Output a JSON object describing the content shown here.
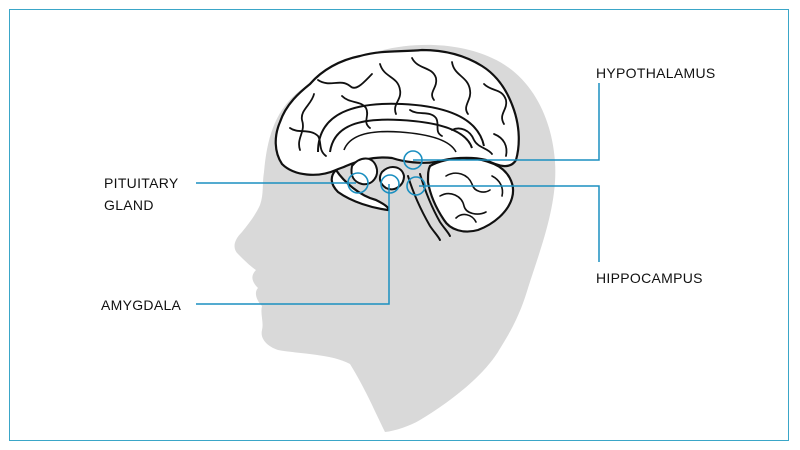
{
  "diagram": {
    "colors": {
      "frame": "#3aa6c8",
      "head": "#d9d9d9",
      "brain_fill": "#ffffff",
      "brain_outline": "#111111",
      "leader_lines": "#1b8fc0"
    },
    "labels": {
      "hypothalamus": "HYPOTHALAMUS",
      "pituitary_line1": "PITUITARY",
      "pituitary_line2": "GLAND",
      "hippocampus": "HIPPOCAMPUS",
      "amygdala": "AMYGDALA"
    }
  }
}
